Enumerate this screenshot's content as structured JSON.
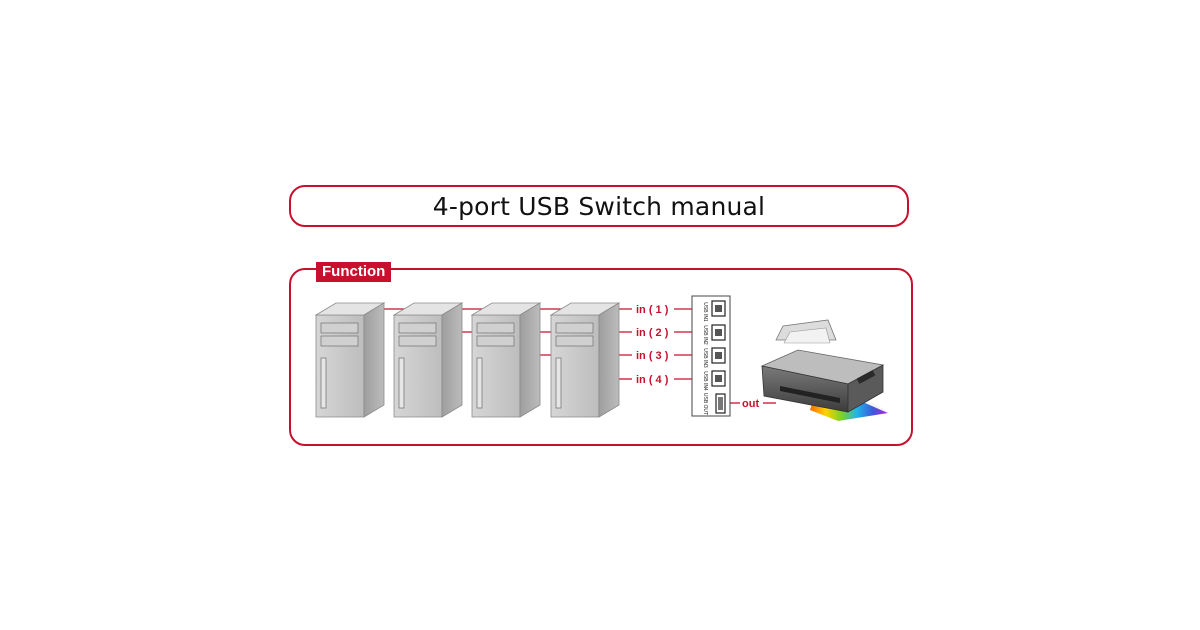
{
  "title": "4-port USB Switch manual",
  "section_tab": "Function",
  "inputs": [
    {
      "label": "in ( 1 )",
      "port_text": "USB IN1"
    },
    {
      "label": "in ( 2 )",
      "port_text": "USB IN2"
    },
    {
      "label": "in ( 3 )",
      "port_text": "USB IN3"
    },
    {
      "label": "in ( 4 )",
      "port_text": "USB IN4"
    }
  ],
  "output": {
    "label": "out",
    "port_text": "USB OUT"
  },
  "colors": {
    "accent": "#c8102e",
    "tower": "#c9c9c9",
    "tower_side": "#a8a8a8"
  },
  "icons": [
    "computer-tower-icon",
    "computer-tower-icon",
    "computer-tower-icon",
    "computer-tower-icon",
    "usb-switch-icon",
    "printer-icon"
  ]
}
